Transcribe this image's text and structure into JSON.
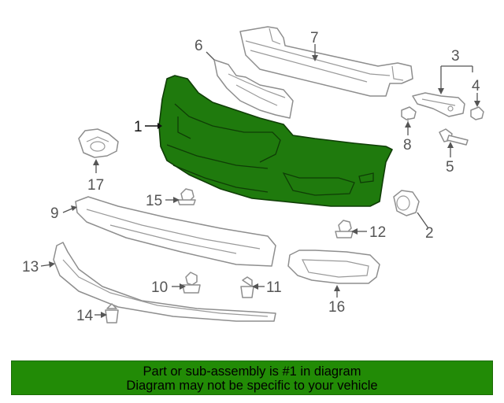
{
  "callouts": {
    "c1": "1",
    "c2": "2",
    "c3": "3",
    "c4": "4",
    "c5": "5",
    "c6": "6",
    "c7": "7",
    "c8": "8",
    "c9": "9",
    "c10": "10",
    "c11": "11",
    "c12": "12",
    "c13": "13",
    "c14": "14",
    "c15": "15",
    "c16": "16",
    "c17": "17"
  },
  "banner": {
    "line1": "Part or sub-assembly is #1 in diagram",
    "line2": "Diagram may not be specific to your vehicle"
  },
  "colors": {
    "highlight": "#1f7a0d",
    "banner": "#228b06"
  }
}
